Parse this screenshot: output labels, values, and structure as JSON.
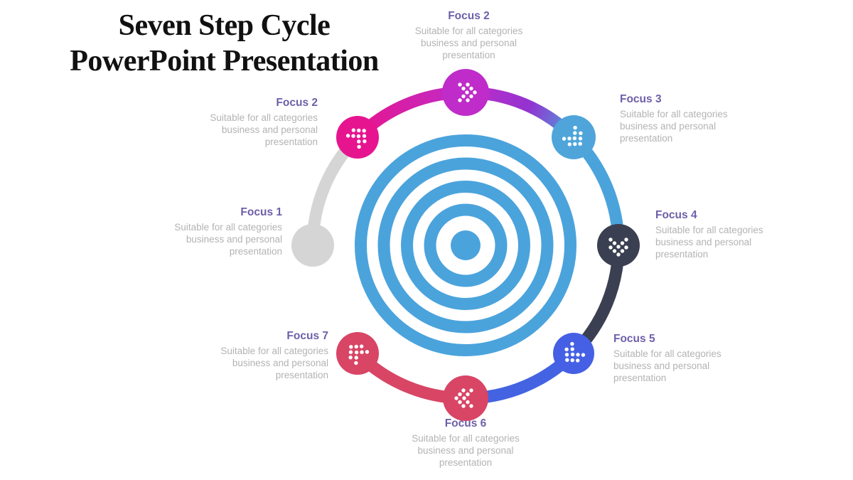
{
  "main_title": {
    "line1": "Seven Step Cycle",
    "line2": "PowerPoint Presentation"
  },
  "steps": [
    {
      "label": "Focus 1",
      "description": "Suitable for all categories business and personal presentation",
      "color": "#d5d5d5",
      "icon": null,
      "position": "left"
    },
    {
      "label": "Focus 2",
      "description": "Suitable for all categories business and personal presentation",
      "color": "#e6158f",
      "icon": "dotted-arrow-up-right",
      "position": "upper-left"
    },
    {
      "label": "Focus 2",
      "description": "Suitable for all categories business and personal presentation",
      "color": "#bf2cc9",
      "icon": "dotted-arrow-right",
      "position": "top"
    },
    {
      "label": "Focus 3",
      "description": "Suitable for all categories business and personal presentation",
      "color": "#4fa5da",
      "icon": "dotted-arrow-down-right",
      "position": "upper-right"
    },
    {
      "label": "Focus 4",
      "description": "Suitable for all categories business and personal presentation",
      "color": "#3a3f51",
      "icon": "dotted-arrow-down",
      "position": "right"
    },
    {
      "label": "Focus 5",
      "description": "Suitable for all categories business and personal presentation",
      "color": "#4560e4",
      "icon": "dotted-arrow-down-left",
      "position": "lower-right"
    },
    {
      "label": "Focus 6",
      "description": "Suitable for all categories business and personal presentation",
      "color": "#d84565",
      "icon": "dotted-arrow-left",
      "position": "bottom"
    },
    {
      "label": "Focus 7",
      "description": "Suitable for all categories business and personal presentation",
      "color": "#d84565",
      "icon": "dotted-arrow-up-left",
      "position": "lower-left"
    }
  ],
  "arcs": [
    {
      "from": "Focus 1",
      "to": "Focus 2",
      "color": "#d5d5d5"
    },
    {
      "from": "Focus 2",
      "to": "Focus 2 (top)",
      "gradient": [
        "#e8148c",
        "#bf2cc9"
      ]
    },
    {
      "from": "Focus 2 (top)",
      "to": "Focus 3",
      "gradient": [
        "#bf2cc9",
        "#9333d0",
        "#4ba3dc"
      ]
    },
    {
      "from": "Focus 3",
      "to": "Focus 4",
      "color": "#4ba3dc"
    },
    {
      "from": "Focus 4",
      "to": "Focus 5",
      "color": "#3a3f51"
    },
    {
      "from": "Focus 5",
      "to": "Focus 6",
      "color": "#4363e2"
    },
    {
      "from": "Focus 6",
      "to": "Focus 7",
      "color": "#d84565"
    }
  ],
  "colors": {
    "target": "#4ba3dc",
    "focus_title": "#6e5fa9",
    "focus_description": "#b3b3b3",
    "main_title": "#111111",
    "background": "#ffffff",
    "icon_dots": "#ffffff"
  }
}
